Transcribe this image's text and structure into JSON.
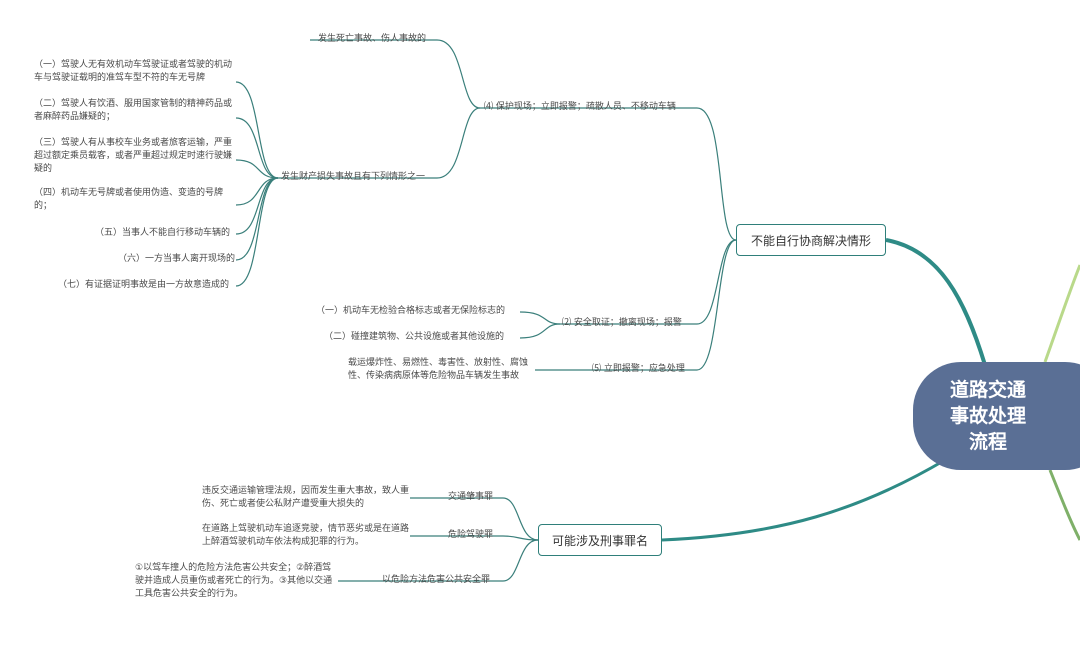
{
  "root": {
    "title": "道路交通\n事故处理\n流程"
  },
  "branch1": {
    "title": "不能自行协商解决情形",
    "sub": [
      {
        "label": "⑷ 保护现场；立即报警；疏散人员、不移动车辆",
        "children": [
          {
            "label": "发生死亡事故、伤人事故的"
          },
          {
            "label": "发生财产损失事故且有下列情形之一",
            "children": [
              "（一）驾驶人无有效机动车驾驶证或者驾驶的机动车与驾驶证载明的准驾车型不符的车无号牌",
              "（二）驾驶人有饮酒、服用国家管制的精神药品或者麻醉药品嫌疑的；",
              "（三）驾驶人有从事校车业务或者旅客运输，严重超过额定乘员载客，或者严重超过规定时速行驶嫌疑的",
              "（四）机动车无号牌或者使用伪造、变造的号牌的；",
              "（五）当事人不能自行移动车辆的",
              "（六）一方当事人离开现场的",
              "（七）有证据证明事故是由一方故意造成的"
            ]
          }
        ]
      },
      {
        "label": "⑵ 安全取证；撤离现场；报警",
        "children": [
          "（一）机动车无检验合格标志或者无保险标志的",
          "（二）碰撞建筑物、公共设施或者其他设施的"
        ]
      },
      {
        "label": "⑸ 立即报警；应急处理",
        "children": [
          "载运爆炸性、易燃性、毒害性、放射性、腐蚀性、传染病病原体等危险物品车辆发生事故"
        ]
      }
    ]
  },
  "branch2": {
    "title": "可能涉及刑事罪名",
    "sub": [
      {
        "label": "交通肇事罪",
        "desc": "违反交通运输管理法规，因而发生重大事故，致人重伤、死亡或者使公私财产遭受重大损失的"
      },
      {
        "label": "危险驾驶罪",
        "desc": "在道路上驾驶机动车追逐竞驶，情节恶劣或是在道路上醉酒驾驶机动车依法构成犯罪的行为。"
      },
      {
        "label": "以危险方法危害公共安全罪",
        "desc": "①以驾车撞人的危险方法危害公共安全；②醉酒驾驶并造成人员重伤或者死亡的行为。③其他以交通工具危害公共安全的行为。"
      }
    ]
  }
}
